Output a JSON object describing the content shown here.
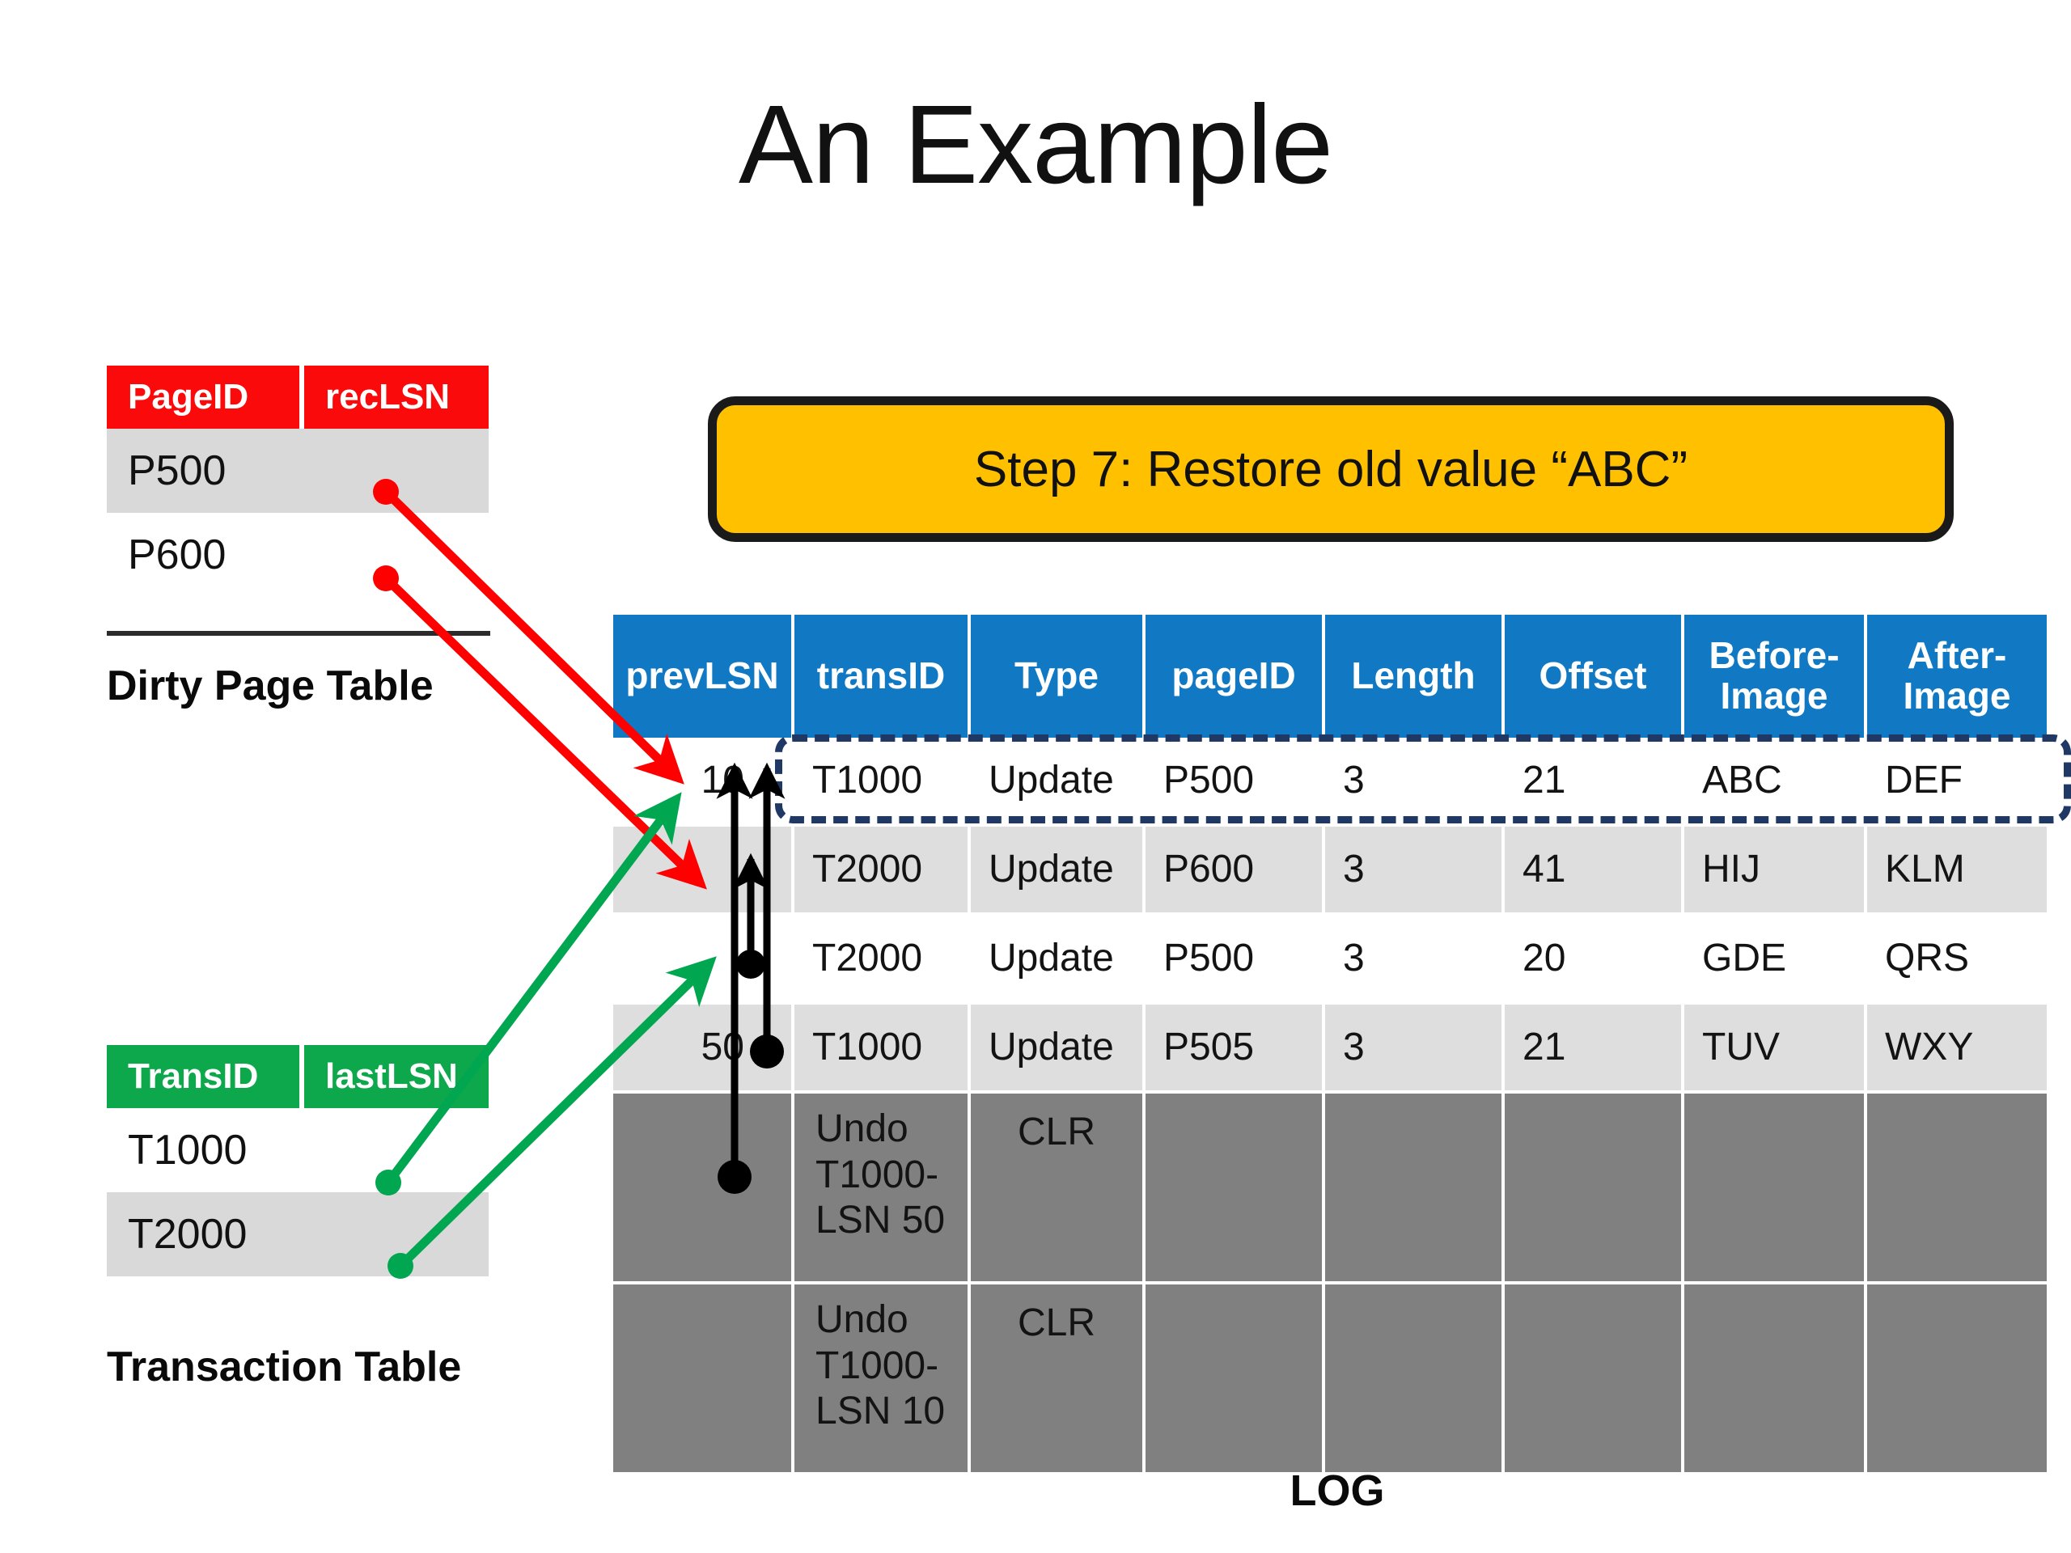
{
  "slide": {
    "title": "An Example",
    "log_caption": "LOG"
  },
  "step_banner": {
    "text": "Step 7: Restore old value “ABC”",
    "fill_color": "#FFC000",
    "border_color": "#1a1a1a"
  },
  "dirty_page_table": {
    "caption": "Dirty Page Table",
    "header_color": "#FA0A0A",
    "columns": [
      "PageID",
      "recLSN"
    ],
    "rows": [
      {
        "pageid": "P500",
        "reclsn": ""
      },
      {
        "pageid": "P600",
        "reclsn": ""
      }
    ]
  },
  "transaction_table": {
    "caption": "Transaction Table",
    "header_color": "#0DA84C",
    "columns": [
      "TransID",
      "lastLSN"
    ],
    "rows": [
      {
        "transid": "T1000",
        "lastlsn": ""
      },
      {
        "transid": "T2000",
        "lastlsn": ""
      }
    ]
  },
  "log_table": {
    "header_color": "#1179c4",
    "highlight_color": "#1f3864",
    "columns": [
      "prevLSN",
      "transID",
      "Type",
      "pageID",
      "Length",
      "Offset",
      "Before-Image",
      "After-Image"
    ],
    "rows": [
      {
        "prevLSN": "10",
        "transID": "T1000",
        "type": "Update",
        "pageID": "P500",
        "length": "3",
        "offset": "21",
        "before": "ABC",
        "after": "DEF",
        "shade": "white",
        "highlighted": true
      },
      {
        "prevLSN": "",
        "transID": "T2000",
        "type": "Update",
        "pageID": "P600",
        "length": "3",
        "offset": "41",
        "before": "HIJ",
        "after": "KLM",
        "shade": "gray",
        "highlighted": false
      },
      {
        "prevLSN": "",
        "transID": "T2000",
        "type": "Update",
        "pageID": "P500",
        "length": "3",
        "offset": "20",
        "before": "GDE",
        "after": "QRS",
        "shade": "white",
        "highlighted": false
      },
      {
        "prevLSN": "50",
        "transID": "T1000",
        "type": "Update",
        "pageID": "P505",
        "length": "3",
        "offset": "21",
        "before": "TUV",
        "after": "WXY",
        "shade": "gray",
        "highlighted": false
      },
      {
        "prevLSN": "",
        "transID": "Undo T1000-LSN 50",
        "type": "CLR",
        "pageID": "",
        "length": "",
        "offset": "",
        "before": "",
        "after": "",
        "shade": "dark",
        "highlighted": false
      },
      {
        "prevLSN": "",
        "transID": "Undo T1000-LSN 10",
        "type": "CLR",
        "pageID": "",
        "length": "",
        "offset": "",
        "before": "",
        "after": "",
        "shade": "dark",
        "highlighted": false
      }
    ]
  },
  "connectors": {
    "red_color": "#FF0000",
    "green_color": "#00A650",
    "black_color": "#000000"
  }
}
